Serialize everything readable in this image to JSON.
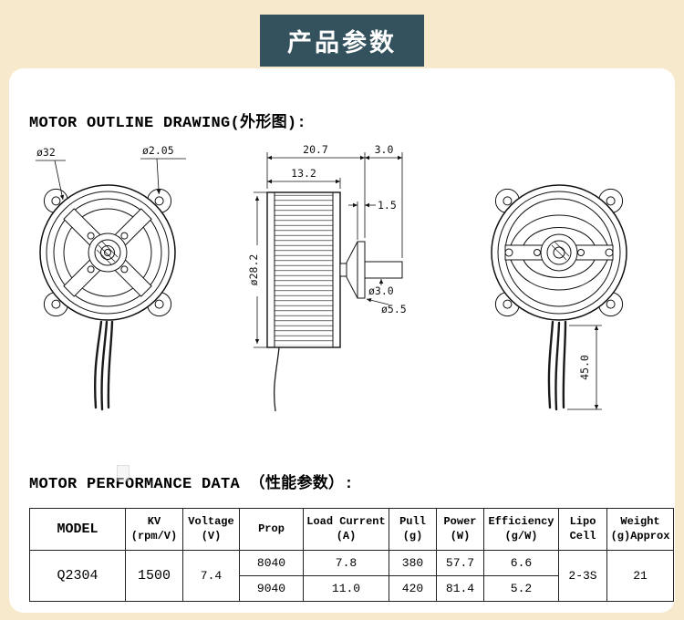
{
  "colors": {
    "page_background": "#f7e9cb",
    "banner_background": "#33525e",
    "banner_text": "#ffffff",
    "panel_background": "#ffffff",
    "line": "#111111"
  },
  "banner": {
    "title": "产品参数"
  },
  "headings": {
    "outline": "MOTOR OUTLINE DRAWING(外形图):",
    "performance": "MOTOR PERFORMANCE DATA （性能参数）:"
  },
  "drawings": {
    "front_view": {
      "outer_diameter": "ø32",
      "mount_hole_diameter": "ø2.05"
    },
    "side_view": {
      "total_length": "20.7",
      "shaft_extension": "3.0",
      "body_length": "13.2",
      "step": "1.5",
      "body_diameter": "ø28.2",
      "shaft_diameter": "ø3.0",
      "collar_diameter": "ø5.5"
    },
    "rear_view": {
      "wire_length": "45.0"
    }
  },
  "table": {
    "headers": [
      "MODEL",
      "KV\n(rpm/V)",
      "Voltage\n(V)",
      "Prop",
      "Load Current\n(A)",
      "Pull\n(g)",
      "Power\n(W)",
      "Efficiency\n(g/W)",
      "Lipo\nCell",
      "Weight\n(g)Approx"
    ],
    "model": "Q2304",
    "kv": "1500",
    "voltage": "7.4",
    "lipo_cell": "2-3S",
    "weight": "21",
    "rows": [
      {
        "prop": "8040",
        "load_current": "7.8",
        "pull": "380",
        "power": "57.7",
        "efficiency": "6.6"
      },
      {
        "prop": "9040",
        "load_current": "11.0",
        "pull": "420",
        "power": "81.4",
        "efficiency": "5.2"
      }
    ]
  }
}
